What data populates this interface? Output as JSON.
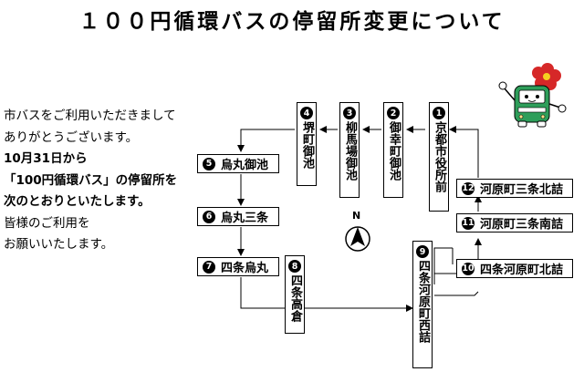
{
  "title": "１００円循環バスの停留所変更について",
  "notice": [
    "市バスをご利用いただきまして",
    "ありがとうございます。",
    "10月31日から",
    "「100円循環バス」の停留所を",
    "次のとおりといたします。",
    "皆様のご利用を",
    "お願いいたします。"
  ],
  "compass": {
    "label": "N"
  },
  "stops": [
    {
      "num": "1",
      "name": "京都市役所前"
    },
    {
      "num": "2",
      "name": "御幸町御池"
    },
    {
      "num": "3",
      "name": "柳馬場御池"
    },
    {
      "num": "4",
      "name": "堺町御池"
    },
    {
      "num": "5",
      "name": "烏丸御池"
    },
    {
      "num": "6",
      "name": "烏丸三条"
    },
    {
      "num": "7",
      "name": "四条烏丸"
    },
    {
      "num": "8",
      "name": "四条高倉"
    },
    {
      "num": "9",
      "name": "四条河原町西詰"
    },
    {
      "num": "10",
      "name": "四条河原町北詰"
    },
    {
      "num": "11",
      "name": "河原町三条南詰"
    },
    {
      "num": "12",
      "name": "河原町三条北詰"
    }
  ],
  "colors": {
    "bus_body": "#2e9e5a",
    "flower": "#d62828",
    "line": "#000000"
  },
  "mascot": {
    "icon": "bus-mascot-icon"
  }
}
